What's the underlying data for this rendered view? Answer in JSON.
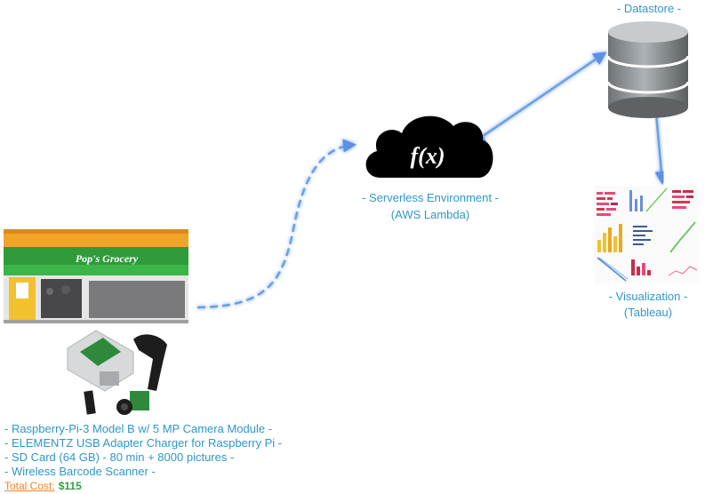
{
  "lambda": {
    "icon_text": "f(x)",
    "line1": "- Serverless Environment -",
    "line2": "(AWS Lambda)"
  },
  "datastore": {
    "label": "- Datastore -"
  },
  "visualization": {
    "line1": "- Visualization -",
    "line2": "(Tableau)"
  },
  "store": {
    "sign": "Pop's Grocery"
  },
  "hardware": {
    "items": [
      "- Raspberry-Pi-3 Model B w/ 5 MP Camera Module -",
      "- ELEMENTZ USB Adapter Charger for Raspberry Pi -",
      "- SD Card (64 GB) - 80 min + 8000 pictures -",
      "- Wireless Barcode Scanner -"
    ],
    "total_cost_label": "Total Cost:",
    "total_cost_value": "$115"
  },
  "colors": {
    "label_text": "#2f96c9",
    "arrow": "#6b9ee8",
    "cost_label": "#f0822a",
    "cost_value": "#2f9f45"
  }
}
